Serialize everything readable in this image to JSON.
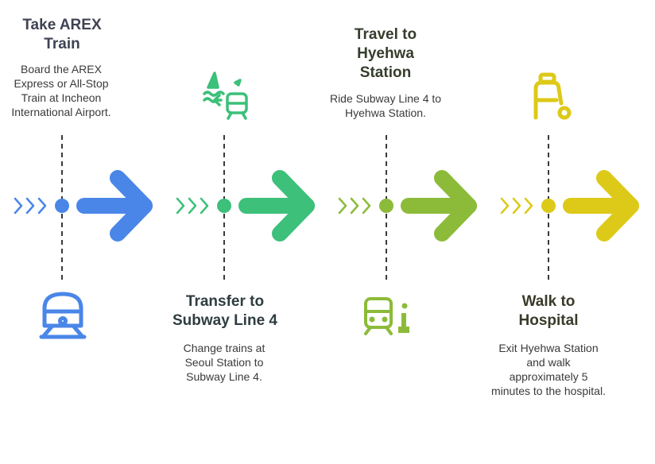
{
  "colors": {
    "step1": "#4a86e8",
    "step2": "#3cc07a",
    "step3": "#8cbb3a",
    "step4": "#ddc918",
    "line": "#3a3a3a",
    "title_step1": "#3f4253",
    "title_step2": "#2f3d40",
    "title_step3": "#353d2b",
    "title_step4": "#3a3a2a"
  },
  "steps": [
    {
      "title": "Take AREX Train",
      "description": "Board the AREX Express or All-Stop Train at Incheon International Airport.",
      "icon": "train-front-icon"
    },
    {
      "title": "Transfer to Subway Line 4",
      "description": "Change trains at Seoul Station to Subway Line 4.",
      "icon": "transfer-icon"
    },
    {
      "title": "Travel to Hyehwa Station",
      "description": "Ride Subway Line 4 to Hyehwa Station.",
      "icon": "subway-info-icon"
    },
    {
      "title": "Walk to Hospital",
      "description": "Exit Hyehwa Station and walk approximately 5 minutes to the hospital.",
      "icon": "walker-icon"
    }
  ]
}
